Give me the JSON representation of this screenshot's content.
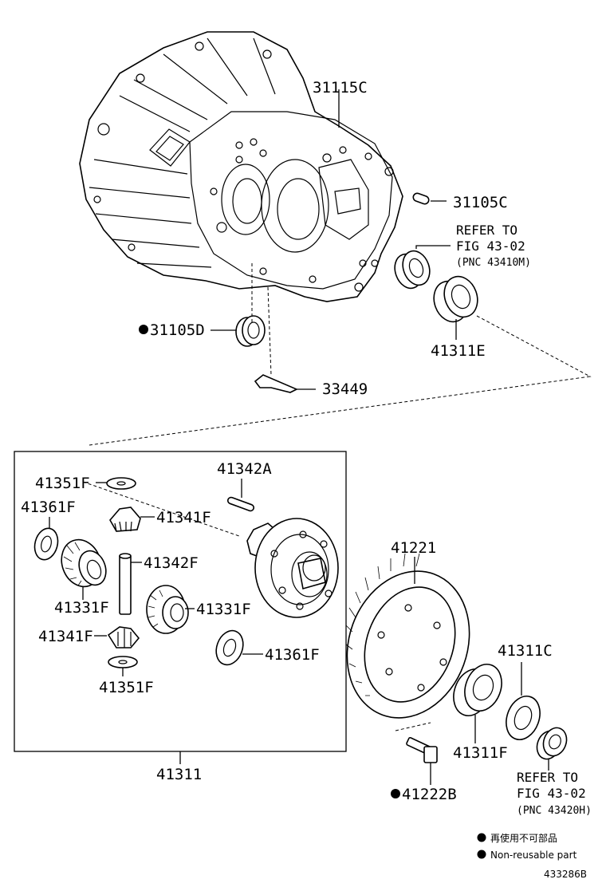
{
  "parts": {
    "p31115C": "31115C",
    "p31105C": "31105C",
    "p31105D": "31105D",
    "p33449": "33449",
    "p41311E": "41311E",
    "p41342A": "41342A",
    "p41351F_a": "41351F",
    "p41361F_a": "41361F",
    "p41341F_a": "41341F",
    "p41342F": "41342F",
    "p41331F_a": "41331F",
    "p41331F_b": "41331F",
    "p41341F_b": "41341F",
    "p41361F_b": "41361F",
    "p41351F_b": "41351F",
    "p41311": "41311",
    "p41221": "41221",
    "p41311C": "41311C",
    "p41311F": "41311F",
    "p41222B": "41222B"
  },
  "refs": {
    "ref1_line1": "REFER TO",
    "ref1_line2": "FIG 43-02",
    "ref1_line3": "(PNC 43410M)",
    "ref2_line1": "REFER TO",
    "ref2_line2": "FIG 43-02",
    "ref2_line3": "(PNC 43420H)"
  },
  "legend": {
    "jp": "再使用不可部品",
    "en": "Non-reusable part"
  },
  "figure_id": "433286B"
}
